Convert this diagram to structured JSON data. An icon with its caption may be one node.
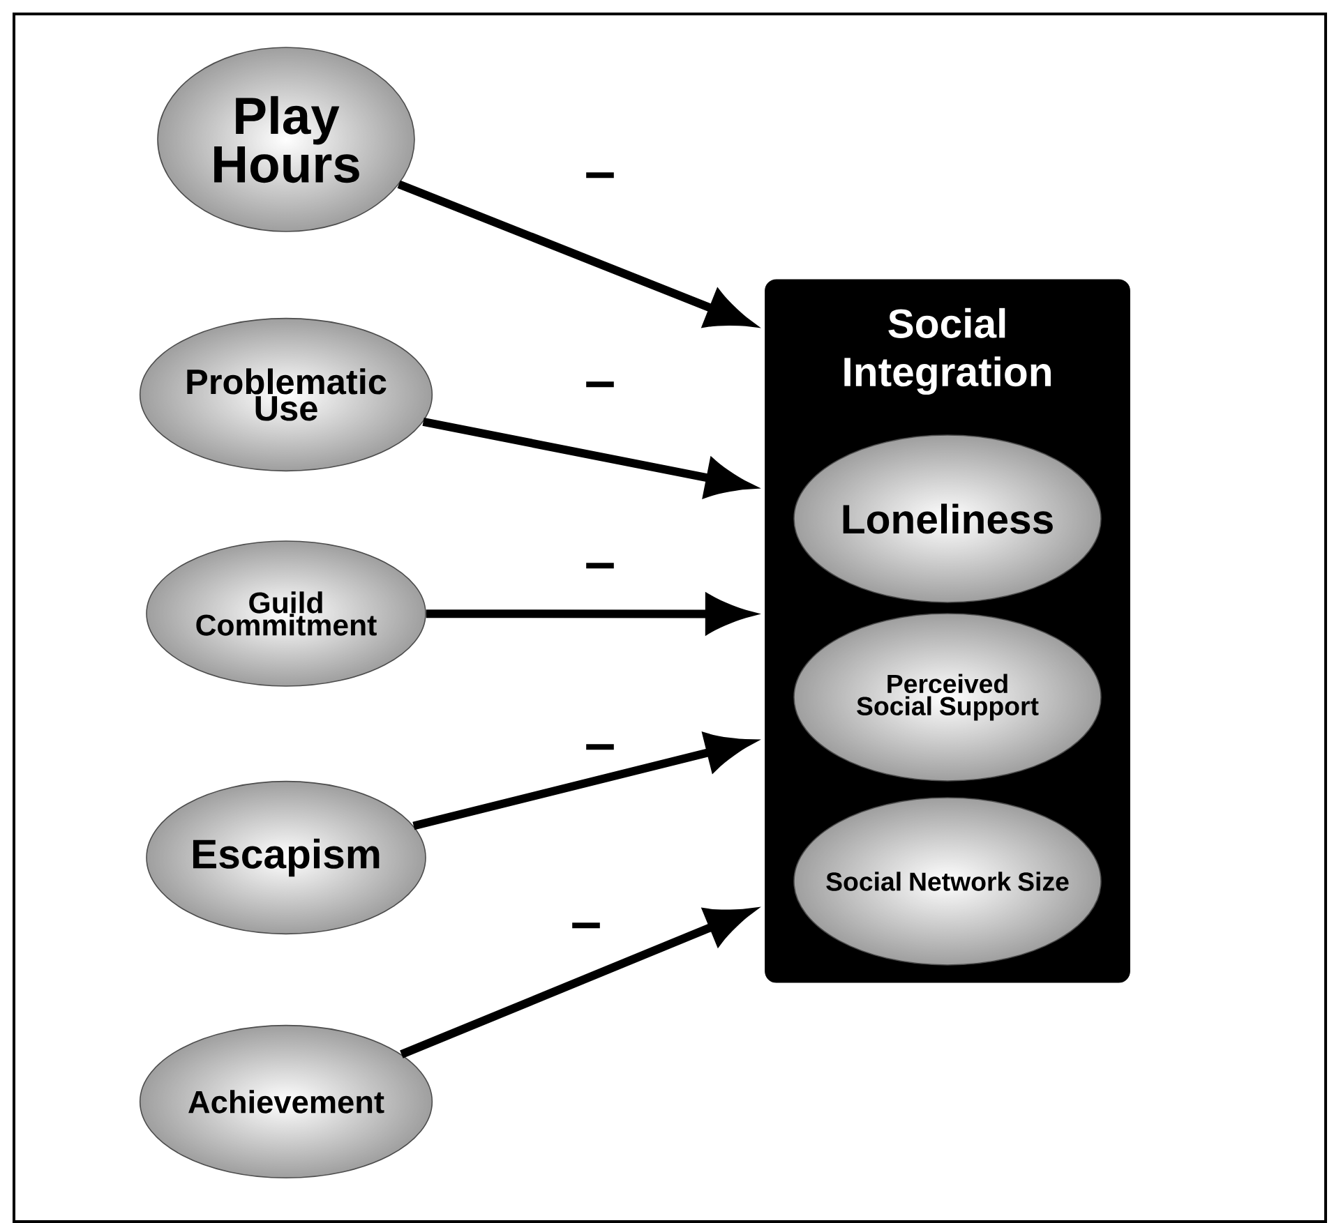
{
  "diagram": {
    "nodes": [
      {
        "text": [
          "Play Hours"
        ]
      },
      {
        "text": [
          "Problematic Use"
        ]
      },
      {
        "text": [
          "Guild Commitment"
        ]
      },
      {
        "text": [
          "Escapism"
        ]
      },
      {
        "text": [
          "Achievement"
        ]
      },
      {
        "text": [
          "Social Integration"
        ]
      },
      {
        "text": [
          "Loneliness"
        ],
        "in": 5
      },
      {
        "text": [
          "Perceived Social Support"
        ],
        "in": 5
      },
      {
        "text": [
          "Social Network Size"
        ],
        "in": 5
      }
    ],
    "edges": [
      {
        "from": 0,
        "to": 5,
        "arrow": "to",
        "label": "–"
      },
      {
        "from": 1,
        "to": 5,
        "arrow": "to",
        "label": "–"
      },
      {
        "from": 2,
        "to": 5,
        "arrow": "to",
        "label": "–"
      },
      {
        "from": 3,
        "to": 5,
        "arrow": "to",
        "label": "–"
      },
      {
        "from": 4,
        "to": 5,
        "arrow": "to",
        "label": "–"
      }
    ]
  }
}
